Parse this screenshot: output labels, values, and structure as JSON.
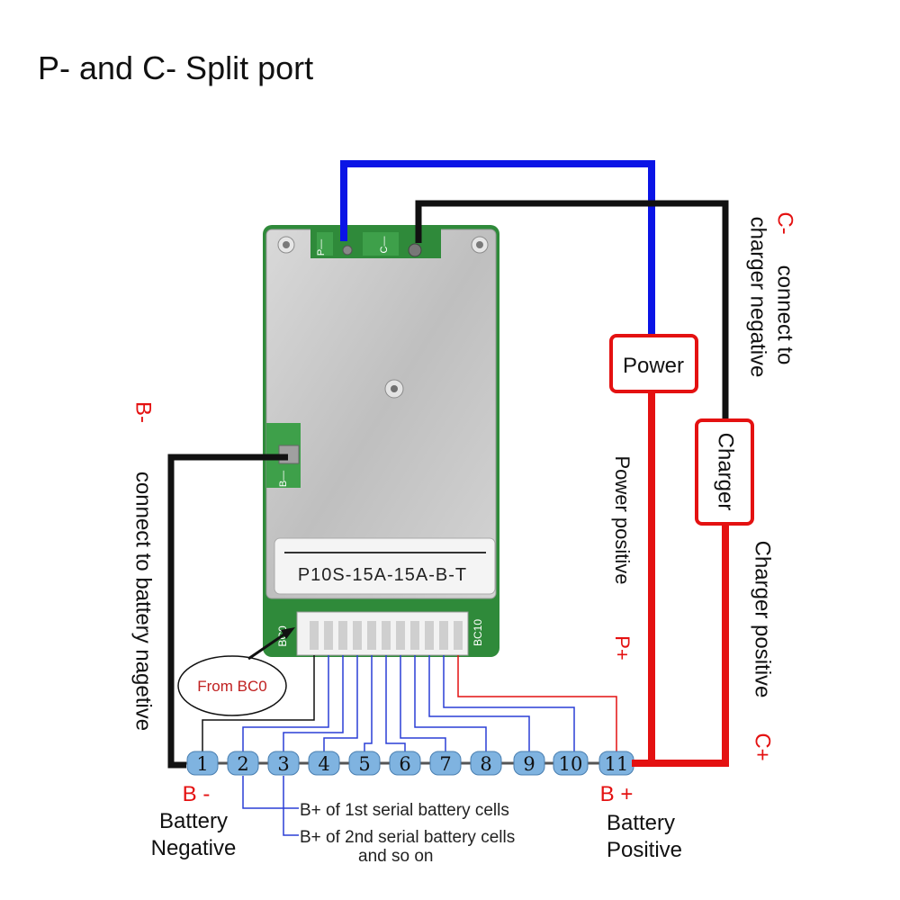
{
  "title": "P- and C- Split port",
  "board": {
    "model": "P10S-15A-15A-B-T",
    "pad_p": "P—",
    "pad_c": "C—",
    "pad_b": "B—",
    "bc0": "BC0",
    "bc10": "BC10"
  },
  "labels": {
    "power_box": "Power",
    "charger_box": "Charger",
    "power_positive": "Power positive",
    "p_plus": "P+",
    "charger_positive": "Charger positive",
    "c_plus": "C+",
    "c_minus": "C-",
    "c_minus_desc1": "connect to",
    "c_minus_desc2": "charger negative",
    "b_minus_side": "B-",
    "b_minus_desc": "connect to battery nagetive",
    "from_bc0": "From BC0",
    "b_minus": "B -",
    "battery_negative_1": "Battery",
    "battery_negative_2": "Negative",
    "b_plus": "B +",
    "battery_positive_1": "Battery",
    "battery_positive_2": "Positive",
    "note_1": "B+ of 1st serial battery cells",
    "note_2": "B+ of 2nd serial battery cells",
    "note_3": "and so on"
  },
  "terminals": [
    "1",
    "2",
    "3",
    "4",
    "5",
    "6",
    "7",
    "8",
    "9",
    "10",
    "11"
  ],
  "colors": {
    "blue_wire": "#0a14e6",
    "black_wire": "#111111",
    "red_wire": "#e41111",
    "thin_blue": "#2a3fd6",
    "terminal": "#7fb3e0",
    "board_green": "#2f8a3a",
    "plate": "#c9c9c9",
    "label_red": "#e41111"
  }
}
